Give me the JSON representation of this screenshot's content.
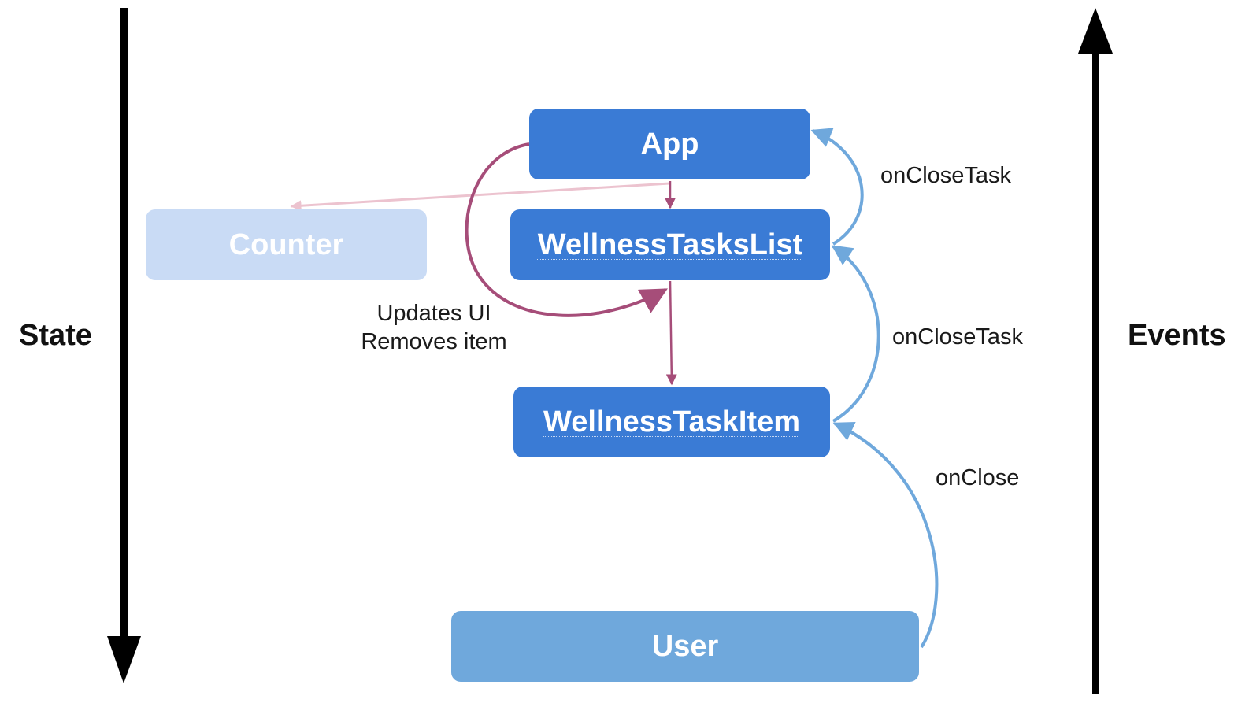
{
  "axes": {
    "left_label": "State",
    "right_label": "Events"
  },
  "nodes": {
    "app": "App",
    "counter": "Counter",
    "tasks_list": "WellnessTasksList",
    "task_item": "WellnessTaskItem",
    "user": "User"
  },
  "edge_labels": {
    "list_to_app": "onCloseTask",
    "item_to_list": "onCloseTask",
    "user_to_item": "onClose",
    "state_update_line1": "Updates UI",
    "state_update_line2": "Removes item"
  },
  "colors": {
    "node_primary": "#3a7bd5",
    "node_faded": "#c9dbf5",
    "node_user": "#6fa8dc",
    "event_arrow": "#6fa8dc",
    "state_arrow": "#a64d79",
    "state_arrow_faded": "#ecc3cf",
    "axis_arrow": "#000000"
  }
}
